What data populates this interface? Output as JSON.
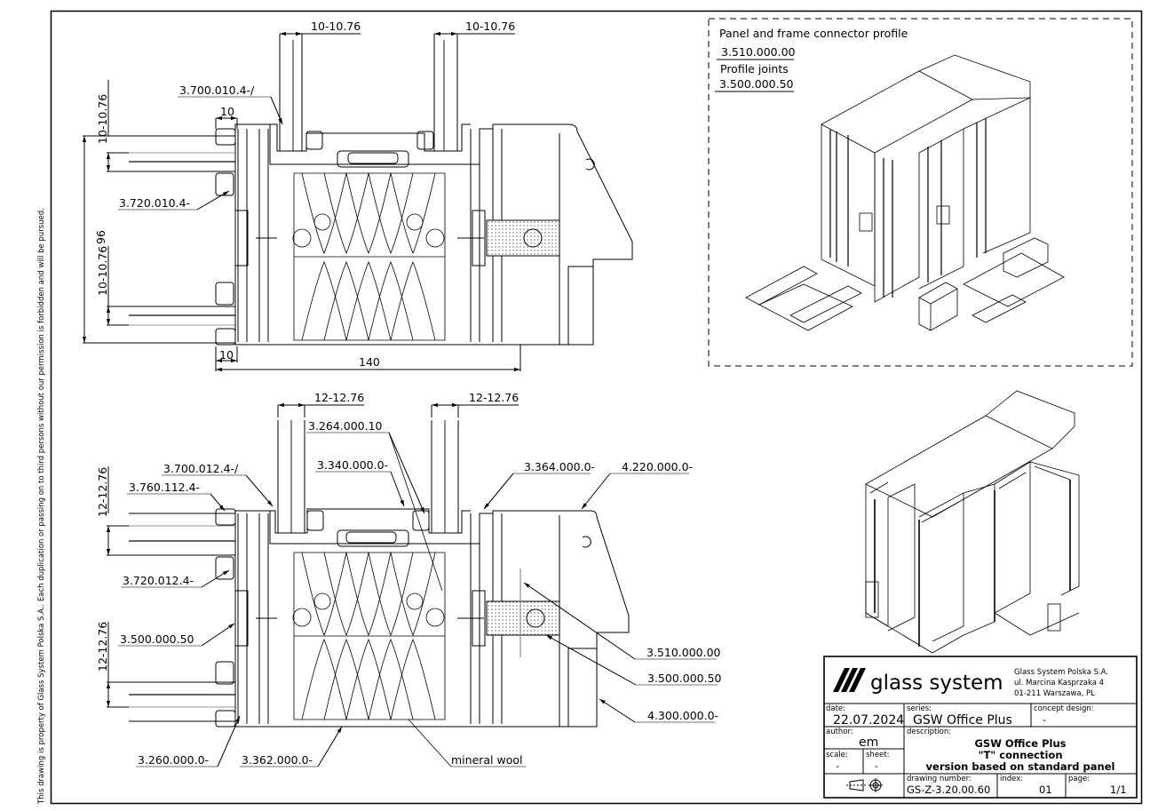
{
  "disclaimer": "This drawing is property of Glass System Polska S.A.. Each duplication or passing on to third persons without our permission is forbidden and will be pursued.",
  "top_section": {
    "dims": {
      "glass_left": "10-10.76",
      "glass_right": "10-10.76",
      "side_top": "10-10.76",
      "side_bottom": "10-10.76",
      "height_total": "96",
      "seal_top": "10",
      "seal_bottom": "10",
      "width_total": "140"
    },
    "labels": {
      "gasket_top": "3.700.010.4-/",
      "gasket_side": "3.720.010.4-"
    }
  },
  "bottom_section": {
    "dims": {
      "glass_left": "12-12.76",
      "glass_right": "12-12.76",
      "side_top": "12-12.76",
      "side_bottom": "12-12.76"
    },
    "labels": {
      "l1": "3.264.000.10",
      "l2": "3.700.012.4-/",
      "l3": "3.340.000.0-",
      "l4": "3.760.112.4-",
      "l5": "3.364.000.0-",
      "l6": "4.220.000.0-",
      "l7": "3.720.012.4-",
      "l8": "3.500.000.50",
      "l9": "3.510.000.00",
      "l10": "3.500.000.50",
      "l11": "4.300.000.0-",
      "l12": "3.260.000.0-",
      "l13": "3.362.000.0-",
      "l14": "mineral wool"
    }
  },
  "detail_box": {
    "title1": "Panel and frame connector profile",
    "code1": "3.510.000.00",
    "title2": "Profile joints",
    "code2": "3.500.000.50"
  },
  "title_block": {
    "brand": "glass system",
    "company_name": "Glass System Polska S.A.",
    "company_street": "ul. Marcina Kasprzaka 4",
    "company_city": "01-211 Warszawa, PL",
    "date_label": "date:",
    "date_value": "22.07.2024",
    "series_label": "series:",
    "series_value": "GSW Office Plus",
    "concept_label": "concept design:",
    "concept_value": "-",
    "author_label": "author:",
    "author_value": "em",
    "description_label": "description:",
    "description_line1": "GSW Office Plus",
    "description_line2": "\"T\" connection",
    "description_line3": "version based on standard panel",
    "scale_label": "scale:",
    "scale_value": "-",
    "sheet_label": "sheet:",
    "sheet_value": "-",
    "drawing_number_label": "drawing number:",
    "drawing_number_value": "GS-Z-3.20.00.60",
    "index_label": "index:",
    "index_value": "01",
    "page_label": "page:",
    "page_value": "1/1",
    "projection_icon": "first-angle-projection-icon"
  }
}
